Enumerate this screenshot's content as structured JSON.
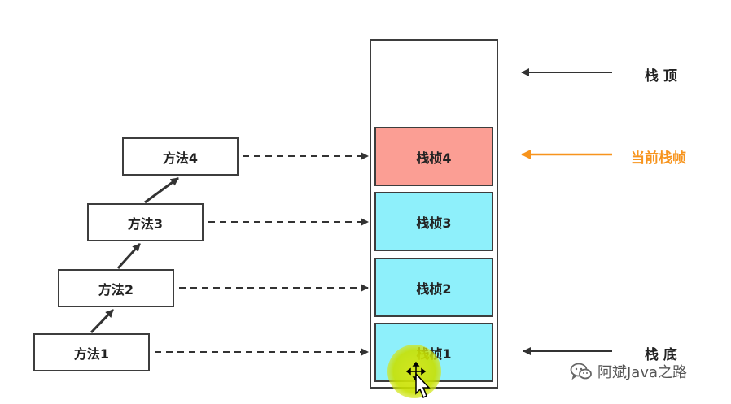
{
  "methods": [
    {
      "label": "方法1"
    },
    {
      "label": "方法2"
    },
    {
      "label": "方法3"
    },
    {
      "label": "方法4"
    }
  ],
  "frames": [
    {
      "label": "栈桢1",
      "color": "#8ef0fb"
    },
    {
      "label": "栈桢2",
      "color": "#8ef0fb"
    },
    {
      "label": "栈桢3",
      "color": "#8ef0fb"
    },
    {
      "label": "栈桢4",
      "color": "#fb9e94"
    }
  ],
  "labels": {
    "stack_top": "栈 顶",
    "current_frame": "当前栈帧",
    "stack_bottom": "栈 底"
  },
  "colors": {
    "current_frame_arrow": "#f7941d",
    "normal_arrow": "#333333"
  },
  "watermark": {
    "text": "阿斌Java之路",
    "icon": "wechat-icon"
  }
}
